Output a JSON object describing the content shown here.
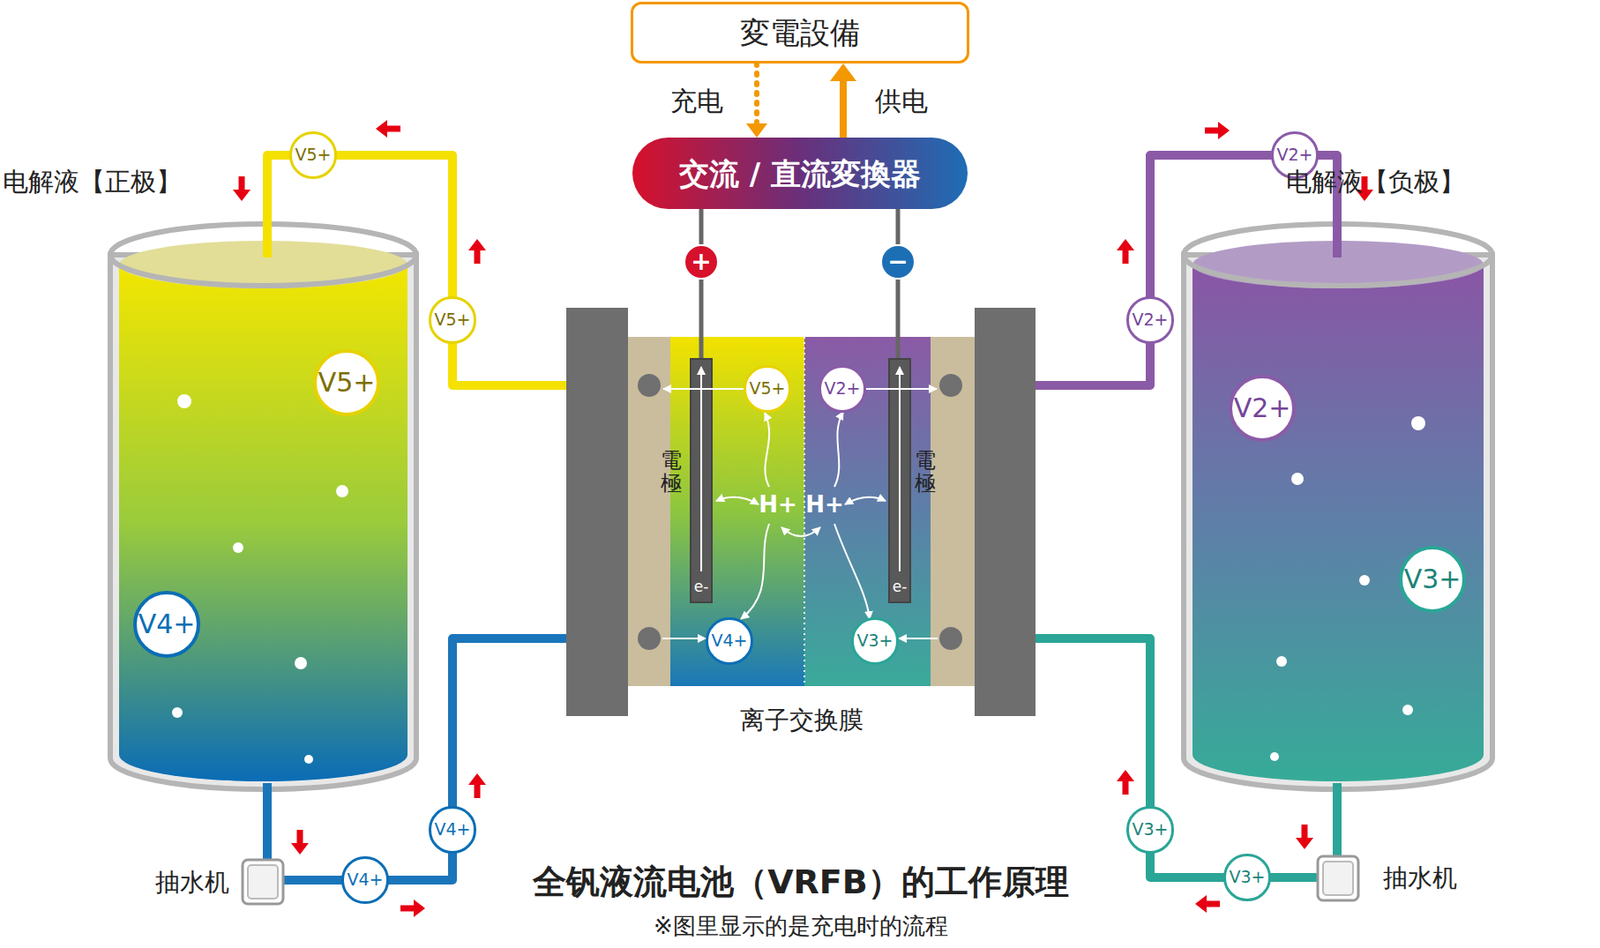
{
  "diagram": {
    "title": "全钒液流电池（VRFB）的工作原理",
    "caption": "※图里显示的是充电时的流程",
    "nodes": [
      {
        "text": [
          "変電設備"
        ]
      },
      {
        "text": [
          "交流 / 直流変換器"
        ]
      },
      {
        "text": [
          "+"
        ]
      },
      {
        "text": [
          "−"
        ]
      },
      {
        "text": [
          "电解液【正极】"
        ]
      },
      {
        "text": [
          "V5+"
        ],
        "in": 4
      },
      {
        "text": [
          "V4+"
        ],
        "in": 4
      },
      {
        "text": [
          "电解液【负极】"
        ]
      },
      {
        "text": [
          "V2+"
        ],
        "in": 7
      },
      {
        "text": [
          "V3+"
        ],
        "in": 7
      },
      {
        "text": [
          "V5+"
        ]
      },
      {
        "text": [
          "V5+"
        ]
      },
      {
        "text": [
          "V5+"
        ]
      },
      {
        "text": [
          "V2+"
        ]
      },
      {
        "text": [
          "V2+"
        ]
      },
      {
        "text": [
          "V2+"
        ]
      },
      {
        "text": [
          "V4+"
        ]
      },
      {
        "text": [
          "V3+"
        ]
      },
      {
        "text": [
          "V4+"
        ]
      },
      {
        "text": [
          "V4+"
        ]
      },
      {
        "text": [
          "V3+"
        ]
      },
      {
        "text": [
          "V3+"
        ]
      }
    ],
    "edges": [
      {
        "from": 0,
        "to": 1,
        "arrow": "to",
        "label": "充电"
      },
      {
        "from": 1,
        "to": 0,
        "arrow": "to",
        "label": "供电"
      },
      {
        "from": 1,
        "to": 2,
        "arrow": "none"
      },
      {
        "from": 1,
        "to": 3,
        "arrow": "none"
      }
    ],
    "labels": [
      "電極",
      "電極",
      "H+",
      "H+",
      "e-",
      "e-",
      "离子交换膜",
      "抽水机",
      "抽水机"
    ]
  }
}
